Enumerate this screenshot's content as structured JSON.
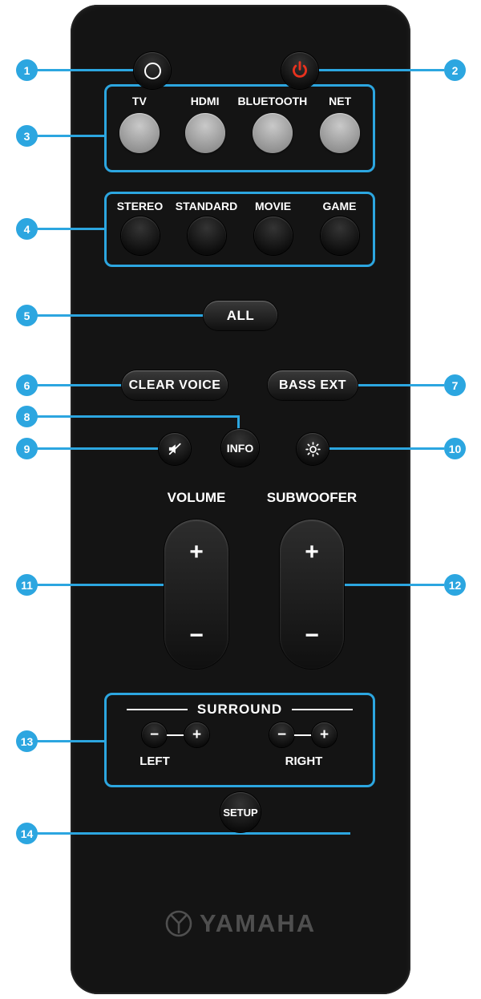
{
  "brand": {
    "logo_text": "YAMAHA"
  },
  "callouts": [
    {
      "num": "1"
    },
    {
      "num": "2"
    },
    {
      "num": "3"
    },
    {
      "num": "4"
    },
    {
      "num": "5"
    },
    {
      "num": "6"
    },
    {
      "num": "7"
    },
    {
      "num": "8"
    },
    {
      "num": "9"
    },
    {
      "num": "10"
    },
    {
      "num": "11"
    },
    {
      "num": "12"
    },
    {
      "num": "13"
    },
    {
      "num": "14"
    }
  ],
  "inputs": {
    "items": [
      {
        "label": "TV"
      },
      {
        "label": "HDMI"
      },
      {
        "label": "BLUETOOTH"
      },
      {
        "label": "NET"
      }
    ]
  },
  "sound_modes": {
    "items": [
      {
        "label": "STEREO"
      },
      {
        "label": "STANDARD"
      },
      {
        "label": "MOVIE"
      },
      {
        "label": "GAME"
      }
    ]
  },
  "buttons": {
    "all": "ALL",
    "clear_voice": "CLEAR VOICE",
    "bass_ext": "BASS EXT",
    "info": "INFO",
    "setup": "SETUP"
  },
  "volume": {
    "label": "VOLUME",
    "plus": "+",
    "minus": "−"
  },
  "subwoofer": {
    "label": "SUBWOOFER",
    "plus": "+",
    "minus": "−"
  },
  "surround": {
    "title": "SURROUND",
    "left": "LEFT",
    "right": "RIGHT",
    "plus": "+",
    "minus": "−"
  },
  "icons": {
    "power": "power-icon",
    "connect": "connect-ring-icon",
    "mute": "mute-speaker-icon",
    "dimmer": "dimmer-sun-icon",
    "logo": "yamaha-tuning-forks-icon"
  },
  "colors": {
    "callout_blue": "#2CA6E0",
    "remote_body": "#141414",
    "power_red": "#E8321E",
    "input_button_gray": "#ABABAB",
    "logo_gray": "#4F4F4F"
  }
}
